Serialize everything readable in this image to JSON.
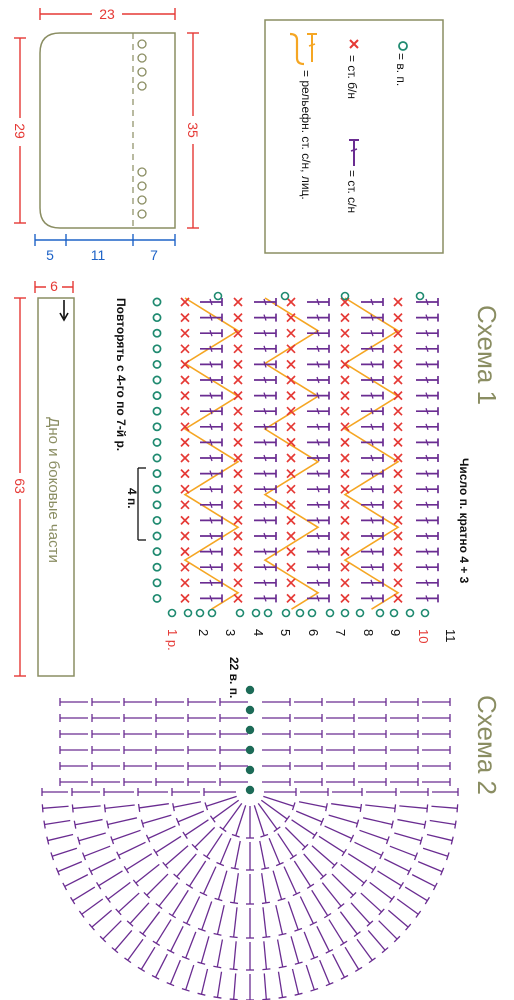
{
  "colors": {
    "red": "#e53935",
    "blue": "#1e63c7",
    "purple": "#6a2c91",
    "orange": "#f5a623",
    "green": "#1f8a70",
    "olive": "#8a8d62",
    "dark_green": "#1c6b57"
  },
  "pattern_piece": {
    "top_width": "23",
    "left_height": "29",
    "right_height": "35",
    "bottom_segments": [
      "5",
      "11",
      "7"
    ]
  },
  "legend": {
    "chain": "= в. п.",
    "sc": "= ст. б/н",
    "dc": "= ст. с/н",
    "relief": "= рельефн. ст. с/н, лиц."
  },
  "bottom_part": {
    "width": "6",
    "length": "63",
    "label": "Дно и боковые части"
  },
  "schema1": {
    "title": "Схема 1",
    "multiple_note": "Число п. кратно 4 + 3",
    "repeat_note": "Повторять с 4-го по 7-й р.",
    "bracket_label": "4 п.",
    "row_labels": [
      "1 р.",
      "2",
      "3",
      "4",
      "5",
      "6",
      "7",
      "8",
      "9",
      "10",
      "11"
    ]
  },
  "schema2": {
    "title": "Схема 2",
    "chain_label": "22 в. п."
  }
}
